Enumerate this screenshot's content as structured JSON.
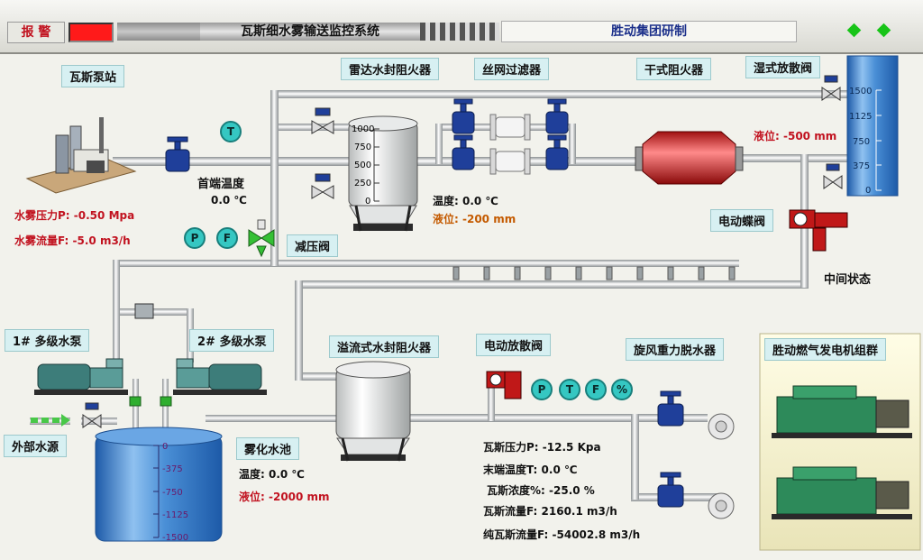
{
  "header": {
    "alarm_label": "报 警",
    "system_title": "瓦斯细水雾输送监控系统",
    "company": "胜动集团研制"
  },
  "stations": {
    "gas_pump_station": "瓦斯泵站",
    "radar_water_seal": "雷达水封阻火器",
    "wire_mesh_filter": "丝网过滤器",
    "dry_flame_arrester": "干式阻火器",
    "wet_vent_valve": "湿式放散阀",
    "pressure_reducer": "减压阀",
    "electric_butterfly": "电动蝶阀",
    "intermediate_state": "中间状态",
    "pump1": "1# 多级水泵",
    "pump2": "2# 多级水泵",
    "external_water": "外部水源",
    "atomizing_pool": "雾化水池",
    "overflow_water_seal": "溢流式水封阻火器",
    "electric_vent_valve": "电动放散阀",
    "cyclone_dewater": "旋风重力脱水器",
    "generator_group": "胜动燃气发电机组群"
  },
  "readings": {
    "head_temp_label": "首端温度",
    "head_temp_value": "0.0 ℃",
    "mist_pressure_label": "水雾压力P:",
    "mist_pressure_value": "-0.50 Mpa",
    "mist_flow_label": "水雾流量F:",
    "mist_flow_value": "-5.0 m3/h",
    "tank_temp_label": "温度:",
    "tank_temp_value": "0.0 ℃",
    "tank_level_label": "液位:",
    "tank_level_value": "-200 mm",
    "vent_level_label": "液位:",
    "vent_level_value": "-500 mm",
    "pool_temp_label": "温度:",
    "pool_temp_value": "0.0 ℃",
    "pool_level_label": "液位:",
    "pool_level_value": "-2000 mm",
    "gas_pressure_label": "瓦斯压力P:",
    "gas_pressure_value": "-12.5 Kpa",
    "end_temp_label": "末端温度T:",
    "end_temp_value": "0.0 ℃",
    "gas_conc_label": "瓦斯浓度%:",
    "gas_conc_value": "-25.0 %",
    "gas_flow_label": "瓦斯流量F:",
    "gas_flow_value": "2160.1 m3/h",
    "pure_gas_flow_label": "纯瓦斯流量F:",
    "pure_gas_flow_value": "-54002.8 m3/h"
  },
  "gauges": {
    "T": "T",
    "P": "P",
    "F": "F",
    "pct": "%"
  },
  "scales": {
    "tank": [
      "1000",
      "750",
      "500",
      "250",
      "0"
    ],
    "vent_column": [
      "1500",
      "1125",
      "750",
      "375",
      "0"
    ],
    "pool": [
      "0",
      "-375",
      "-750",
      "-1125",
      "-1500"
    ]
  },
  "colors": {
    "alarm": "#ff1a1a",
    "pipe": "#d0d4d6",
    "valve": "#1f3f9a",
    "gauge": "#35c7c2",
    "water": "#4a8fd6",
    "reading_red": "#c1121f"
  }
}
